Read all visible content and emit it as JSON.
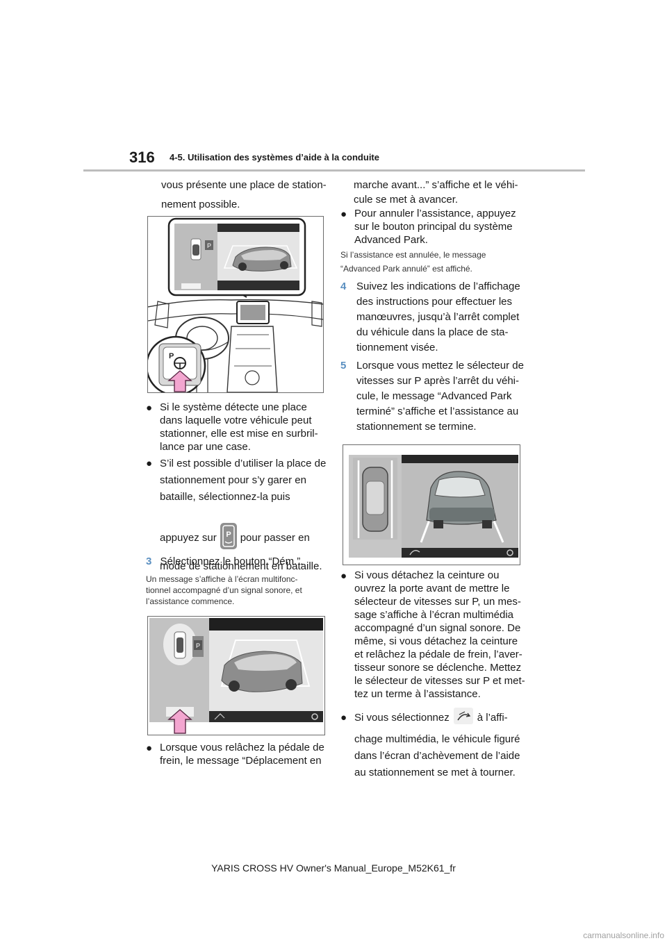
{
  "header": {
    "page_number": "316",
    "section": "4-5. Utilisation des systèmes d’aide à la conduite"
  },
  "left_col": {
    "intro_lines": [
      "vous présente une place de station-",
      "nement possible."
    ],
    "bullet1": [
      "Si le système détecte une place",
      "dans laquelle votre véhicule peut",
      "stationner, elle est mise en surbril-",
      "lance par une case."
    ],
    "bullet2_lines": [
      "S’il est possible d’utiliser la place de",
      "stationnement pour s’y garer en",
      "bataille, sélectionnez-la puis"
    ],
    "bullet2_apply_before": "appuyez sur",
    "bullet2_apply_after": "pour passer en",
    "bullet2_last": "mode de stationnement en bataille.",
    "step3_num": "3",
    "step3_text": "Sélectionnez le bouton “Dém.”.",
    "note3": [
      "Un message s’affiche à l’écran multifonc-",
      "tionnel accompagné d’un signal sonore, et",
      "l’assistance commence."
    ],
    "bullet3": [
      "Lorsque vous relâchez la pédale de",
      "frein, le message “Déplacement en"
    ]
  },
  "right_col": {
    "cont_lines": [
      "marche avant...” s’affiche et le véhi-",
      "cule se met à avancer."
    ],
    "bullet_cancel": [
      "Pour annuler l’assistance, appuyez",
      "sur le bouton principal du système",
      "Advanced Park."
    ],
    "note_cancel": [
      "Si l’assistance est annulée, le message",
      "“Advanced Park annulé” est affiché."
    ],
    "step4_num": "4",
    "step4_lines": [
      "Suivez les indications de l’affichage",
      "des instructions pour effectuer les",
      "manœuvres, jusqu’à l’arrêt complet",
      "du véhicule dans la place de sta-",
      "tionnement visée."
    ],
    "step5_num": "5",
    "step5_lines": [
      "Lorsque vous mettez le sélecteur de",
      "vitesses sur P après l’arrêt du véhi-",
      "cule, le message “Advanced Park",
      "terminé” s’affiche et l’assistance au",
      "stationnement se termine."
    ],
    "bullet_belt": [
      "Si vous détachez la ceinture ou",
      "ouvrez la porte avant de mettre le",
      "sélecteur de vitesses sur P, un mes-",
      "sage s’affiche à l’écran multimédia",
      "accompagné d’un signal sonore. De",
      "même, si vous détachez la ceinture",
      "et relâchez la pédale de frein, l’aver-",
      "tisseur sonore se déclenche. Mettez",
      "le sélecteur de vitesses sur P et met-",
      "tez un terme à l’assistance."
    ],
    "bullet_rotate_before": "Si vous sélectionnez",
    "bullet_rotate_after": "à l’affi-",
    "bullet_rotate_lines": [
      "chage multimédia, le véhicule figuré",
      "dans l’écran d’achèvement de l’aide",
      "au stationnement se met à tourner."
    ]
  },
  "footer": {
    "text": "YARIS CROSS HV Owner's Manual_Europe_M52K61_fr"
  },
  "watermark": "carmanualsonline.info",
  "figures": {
    "screen_p_label": "P",
    "button_p_label": "P"
  }
}
